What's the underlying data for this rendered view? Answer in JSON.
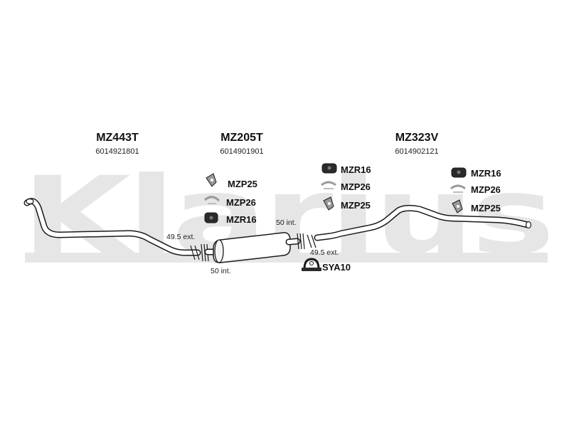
{
  "watermark": {
    "text": "Klarius"
  },
  "sections": [
    {
      "code": "MZ443T",
      "ref": "6014921801"
    },
    {
      "code": "MZ205T",
      "ref": "6014901901"
    },
    {
      "code": "MZ323V",
      "ref": "6014902121"
    }
  ],
  "fittings": {
    "group1": {
      "a": "MZP25",
      "b": "MZP26",
      "c": "MZR16"
    },
    "group2": {
      "a": "MZR16",
      "b": "MZP26",
      "c": "MZP25"
    },
    "group3": {
      "a": "MZR16",
      "b": "MZP26",
      "c": "MZP25"
    },
    "clamp": "SYA10"
  },
  "dimensions": {
    "left_ext": "49.5 ext.",
    "left_int": "50 int.",
    "right_int": "50 int.",
    "right_ext": "49.5 ext."
  },
  "colors": {
    "watermark": "#e6e6e6",
    "line": "#1a1a1a",
    "pipe_fill": "#ffffff",
    "mount_dark": "#2a2a2a",
    "bracket_grey": "#9a9a9a"
  }
}
